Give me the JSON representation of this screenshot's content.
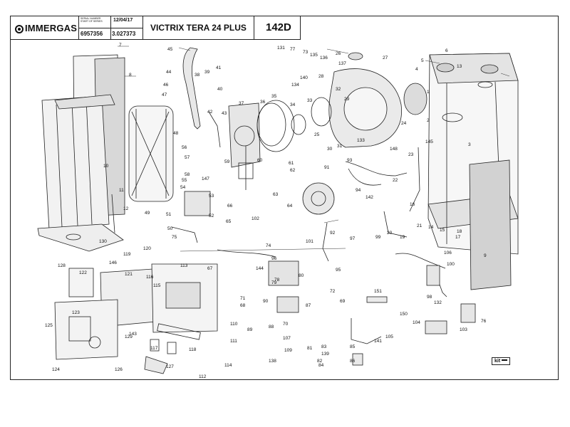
{
  "header": {
    "brand": "IMMERGAS",
    "serial_label": "SERIAL NUMBER START OF SERIES",
    "date": "12/04/17",
    "code_left": "6957356",
    "code_right": "3.027373",
    "model": "VICTRIX TERA 24 PLUS",
    "sheet_code": "142D"
  },
  "kit_label": "kit",
  "parts": [
    {
      "n": "7"
    },
    {
      "n": "8"
    },
    {
      "n": "10"
    },
    {
      "n": "11"
    },
    {
      "n": "12"
    },
    {
      "n": "130"
    },
    {
      "n": "45"
    },
    {
      "n": "44"
    },
    {
      "n": "46"
    },
    {
      "n": "47"
    },
    {
      "n": "48"
    },
    {
      "n": "38"
    },
    {
      "n": "39"
    },
    {
      "n": "41"
    },
    {
      "n": "40"
    },
    {
      "n": "42"
    },
    {
      "n": "43"
    },
    {
      "n": "131"
    },
    {
      "n": "77"
    },
    {
      "n": "73"
    },
    {
      "n": "135"
    },
    {
      "n": "136"
    },
    {
      "n": "26"
    },
    {
      "n": "137"
    },
    {
      "n": "27"
    },
    {
      "n": "5"
    },
    {
      "n": "6"
    },
    {
      "n": "13"
    },
    {
      "n": "4"
    },
    {
      "n": "1"
    },
    {
      "n": "2"
    },
    {
      "n": "3"
    },
    {
      "n": "145"
    },
    {
      "n": "140"
    },
    {
      "n": "134"
    },
    {
      "n": "28"
    },
    {
      "n": "32"
    },
    {
      "n": "33"
    },
    {
      "n": "29"
    },
    {
      "n": "34"
    },
    {
      "n": "35"
    },
    {
      "n": "36"
    },
    {
      "n": "37"
    },
    {
      "n": "25"
    },
    {
      "n": "24"
    },
    {
      "n": "133"
    },
    {
      "n": "30"
    },
    {
      "n": "31"
    },
    {
      "n": "148"
    },
    {
      "n": "23"
    },
    {
      "n": "93"
    },
    {
      "n": "91"
    },
    {
      "n": "22"
    },
    {
      "n": "94"
    },
    {
      "n": "142"
    },
    {
      "n": "56"
    },
    {
      "n": "57"
    },
    {
      "n": "58"
    },
    {
      "n": "55"
    },
    {
      "n": "54"
    },
    {
      "n": "53"
    },
    {
      "n": "49"
    },
    {
      "n": "51"
    },
    {
      "n": "52"
    },
    {
      "n": "50"
    },
    {
      "n": "75"
    },
    {
      "n": "147"
    },
    {
      "n": "59"
    },
    {
      "n": "60"
    },
    {
      "n": "61"
    },
    {
      "n": "62"
    },
    {
      "n": "63"
    },
    {
      "n": "64"
    },
    {
      "n": "66"
    },
    {
      "n": "65"
    },
    {
      "n": "102"
    },
    {
      "n": "92"
    },
    {
      "n": "97"
    },
    {
      "n": "16"
    },
    {
      "n": "21"
    },
    {
      "n": "14"
    },
    {
      "n": "15"
    },
    {
      "n": "18"
    },
    {
      "n": "17"
    },
    {
      "n": "20"
    },
    {
      "n": "99"
    },
    {
      "n": "19"
    },
    {
      "n": "106"
    },
    {
      "n": "100"
    },
    {
      "n": "9"
    },
    {
      "n": "119"
    },
    {
      "n": "120"
    },
    {
      "n": "146"
    },
    {
      "n": "128"
    },
    {
      "n": "122"
    },
    {
      "n": "121"
    },
    {
      "n": "116"
    },
    {
      "n": "115"
    },
    {
      "n": "113"
    },
    {
      "n": "67"
    },
    {
      "n": "74"
    },
    {
      "n": "101"
    },
    {
      "n": "144"
    },
    {
      "n": "96"
    },
    {
      "n": "79"
    },
    {
      "n": "80"
    },
    {
      "n": "78"
    },
    {
      "n": "95"
    },
    {
      "n": "71"
    },
    {
      "n": "68"
    },
    {
      "n": "90"
    },
    {
      "n": "87"
    },
    {
      "n": "110"
    },
    {
      "n": "89"
    },
    {
      "n": "88"
    },
    {
      "n": "70"
    },
    {
      "n": "107"
    },
    {
      "n": "109"
    },
    {
      "n": "138"
    },
    {
      "n": "81"
    },
    {
      "n": "83"
    },
    {
      "n": "139"
    },
    {
      "n": "82"
    },
    {
      "n": "84"
    },
    {
      "n": "85"
    },
    {
      "n": "86"
    },
    {
      "n": "72"
    },
    {
      "n": "151"
    },
    {
      "n": "69"
    },
    {
      "n": "141"
    },
    {
      "n": "98"
    },
    {
      "n": "132"
    },
    {
      "n": "150"
    },
    {
      "n": "76"
    },
    {
      "n": "104"
    },
    {
      "n": "103"
    },
    {
      "n": "105"
    },
    {
      "n": "123"
    },
    {
      "n": "125"
    },
    {
      "n": "124"
    },
    {
      "n": "129"
    },
    {
      "n": "143"
    },
    {
      "n": "117"
    },
    {
      "n": "126"
    },
    {
      "n": "127"
    },
    {
      "n": "118"
    },
    {
      "n": "114"
    },
    {
      "n": "112"
    },
    {
      "n": "111"
    }
  ]
}
